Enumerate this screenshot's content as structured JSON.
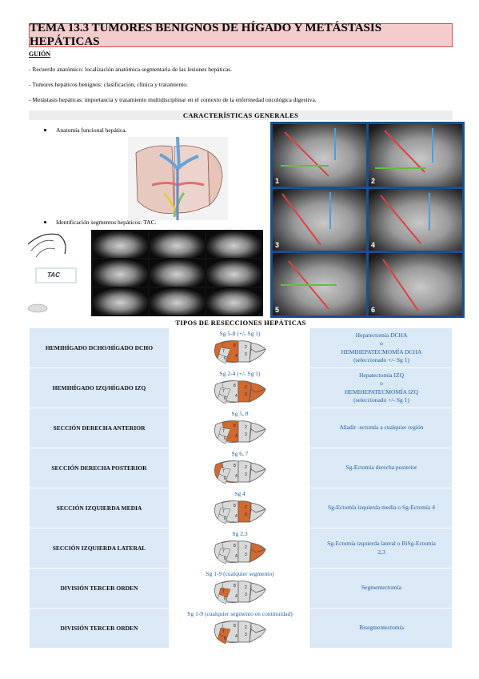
{
  "header": {
    "title": "TEMA 13.3 TUMORES BENIGNOS DE HÍGADO Y METÁSTASIS HEPÁTICAS"
  },
  "guion": {
    "label": "GUIÓN",
    "items": [
      "- Recuerdo anatómico: localización anatómica segmentaria de las lesiones hepáticas.",
      "- Tumores hepáticos benignos: clasificación, clínica y tratamiento.",
      "- Metástasis hepáticas: importancia y tratamiento multidisciplinar en el contexto de la enfermedad oncológica digestiva."
    ]
  },
  "general": {
    "header": "CARACTERÍSTICAS GENERALES",
    "bullet1": "Anatomía funcional hepática.",
    "bullet2": "Identificación segmentos hepáticos: TAC.",
    "tac_label": "TAC",
    "ct_numbers": [
      "1",
      "2",
      "3",
      "4",
      "5",
      "6"
    ]
  },
  "resections": {
    "title": "TIPOS DE RESECCIONES HEPÁTICAS",
    "rows": [
      {
        "type": "HEMIHÍGADO DCHO/HÍGADO DCHO",
        "segments": "Sg 5-8 (+/- Sg 1)",
        "lines": [
          "Hepatectomía DCHA",
          "o",
          "HEMIHEPATECMOMÍA DCHA",
          "(seleccionado +/- Sg 1)"
        ]
      },
      {
        "type": "HEMIHÍGADO IZQ/HÍGADO IZQ",
        "segments": "Sg 2-4 (+/- Sg 1)",
        "lines": [
          "Hepatectomía IZQ",
          "o",
          "HEMIHEPATECMOMÍA IZQ",
          "(seleccionado +/- Sg 1)"
        ]
      },
      {
        "type": "SECCIÓN DERECHA ANTERIOR",
        "segments": "Sg 5, 8",
        "lines": [
          "Añadir -ectomía a cualquier región"
        ]
      },
      {
        "type": "SECCIÓN DERECHA POSTERIOR",
        "segments": "Sg 6, 7",
        "lines": [
          "Sg-Ectomía derecha posterior"
        ]
      },
      {
        "type": "SECCIÓN IZQUIERDA MEDIA",
        "segments": "Sg 4",
        "lines": [
          "Sg-Ectomía izquierda media o Sg-Ectomía 4"
        ]
      },
      {
        "type": "SECCIÓN IZQUIERDA LATERAL",
        "segments": "Sg 2,3",
        "lines": [
          "Sg-Ectomía izquierda lateral o BiSg-Ectomía",
          "2,3"
        ]
      },
      {
        "type": "DIVISIÓN TERCER ORDEN",
        "segments": "Sg 1-9 (cualquier segmento)",
        "lines": [
          "Segmentectomía"
        ]
      },
      {
        "type": "DIVISIÓN TERCER ORDEN",
        "segments": "Sg 1-9 (cualquier segmento en continuidad)",
        "lines": [
          "Bisegmentectomía"
        ]
      }
    ]
  },
  "colors": {
    "highlight": "#d2692e",
    "liver": "#d9d9d9",
    "label_blue": "#1f5fa8",
    "row_bg": "#dbe8f6",
    "title_bg": "#f4cccc",
    "title_border": "#d9534f"
  }
}
